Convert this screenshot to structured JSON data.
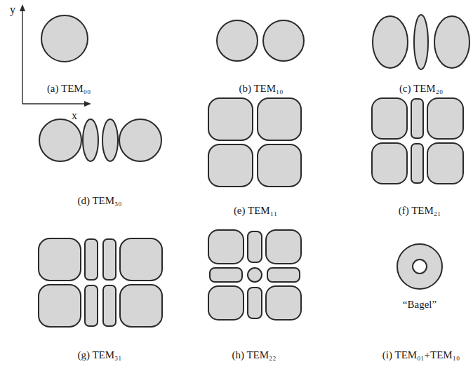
{
  "diagram": {
    "labels": [
      "y",
      "x",
      "(a) TEM₀₀",
      "(b) TEM₁₀",
      "(c) TEM₂₀",
      "(d) TEM₃₀",
      "(e) TEM₁₁",
      "(f) TEM₂₁",
      "(g) TEM₃₁",
      "(h) TEM₂₂",
      "“Bagel”",
      "(i) TEM₀₁+TEM₁₀"
    ]
  }
}
